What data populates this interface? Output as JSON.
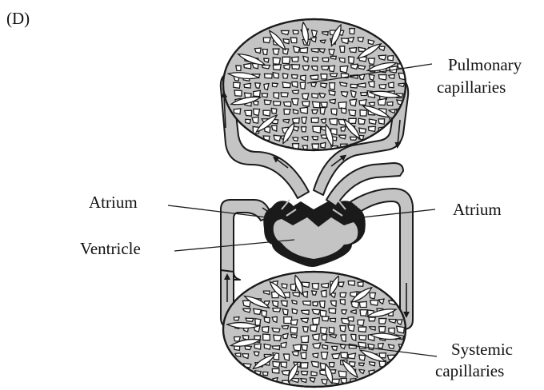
{
  "panel_label": "(D)",
  "labels": {
    "pulmonary_line1": "Pulmonary",
    "pulmonary_line2": "capillaries",
    "atrium_left": "Atrium",
    "atrium_right": "Atrium",
    "ventricle": "Ventricle",
    "systemic_line1": "Systemic",
    "systemic_line2": "capillaries"
  },
  "colors": {
    "vessel_fill": "#c4c4c4",
    "outline": "#1a1a1a",
    "heart_muscle": "#1a1a1a",
    "heart_chamber": "#c4c4c4"
  }
}
